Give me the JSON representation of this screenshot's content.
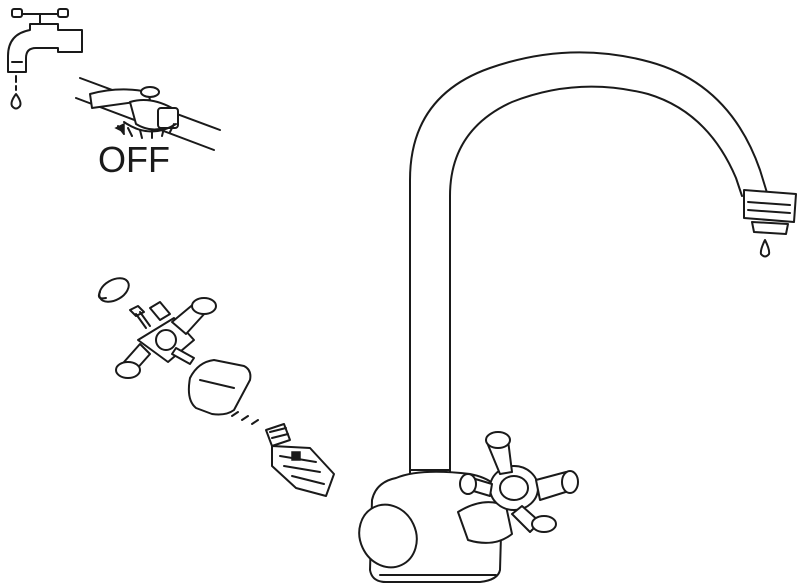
{
  "diagram": {
    "off_label": "OFF",
    "icons": [
      "faucet-icon",
      "shutoff-valve-icon",
      "mixer-tap",
      "water-drop-icon",
      "handle-cap",
      "handle-screw",
      "cross-handle",
      "shroud",
      "o-ring",
      "cartridge"
    ]
  },
  "colors": {
    "ink": "#1a1a1a",
    "background": "#ffffff"
  }
}
